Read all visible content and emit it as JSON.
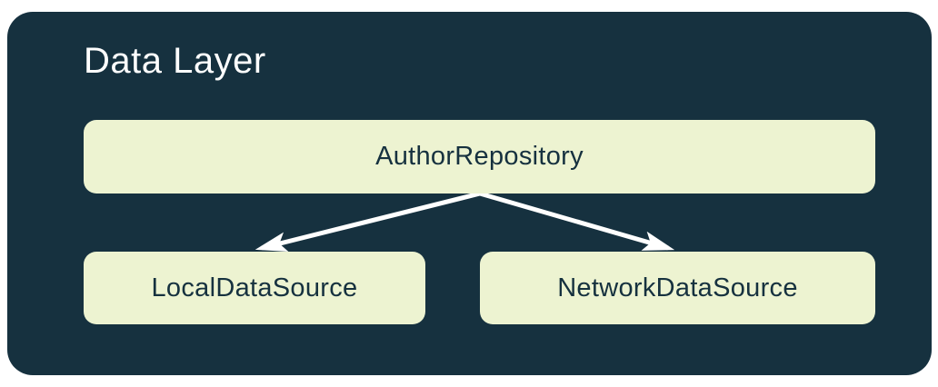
{
  "diagram": {
    "title": "Data Layer",
    "nodes": [
      {
        "id": "author-repository",
        "label": "AuthorRepository"
      },
      {
        "id": "local-data-source",
        "label": "LocalDataSource"
      },
      {
        "id": "network-data-source",
        "label": "NetworkDataSource"
      }
    ],
    "edges": [
      {
        "from": "AuthorRepository",
        "to": "LocalDataSource"
      },
      {
        "from": "AuthorRepository",
        "to": "NetworkDataSource"
      }
    ]
  },
  "theme": {
    "page_bg": "#FFFFFF",
    "panel_bg": "#16313F",
    "node_bg": "#EDF3D1",
    "node_text": "#16313F",
    "title_text": "#FFFFFF",
    "arrow_color": "#FFFFFF"
  }
}
